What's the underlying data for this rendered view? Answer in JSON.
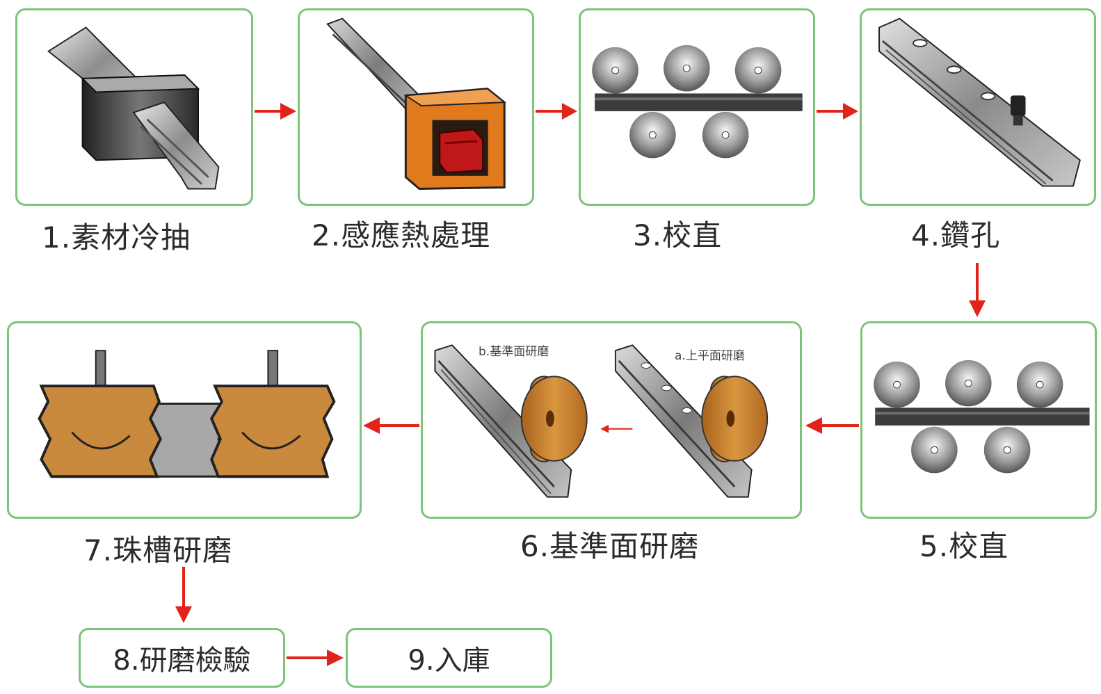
{
  "steps": {
    "s1": "1.素材冷抽",
    "s2": "2.感應熱處理",
    "s3": "3.校直",
    "s4": "4.鑽孔",
    "s5": "5.校直",
    "s6": "6.基準面研磨",
    "s6a": "a.上平面研磨",
    "s6b": "b.基準面研磨",
    "s7": "7.珠槽研磨",
    "s8": "8.研磨檢驗",
    "s9": "9.入庫"
  },
  "colors": {
    "box_border": "#7cc47a",
    "arrow": "#e2231a",
    "steel": "#9a9a9a",
    "wheel": "#c9822e",
    "heater": "#e07a1c",
    "heated_rail": "#c01818"
  }
}
